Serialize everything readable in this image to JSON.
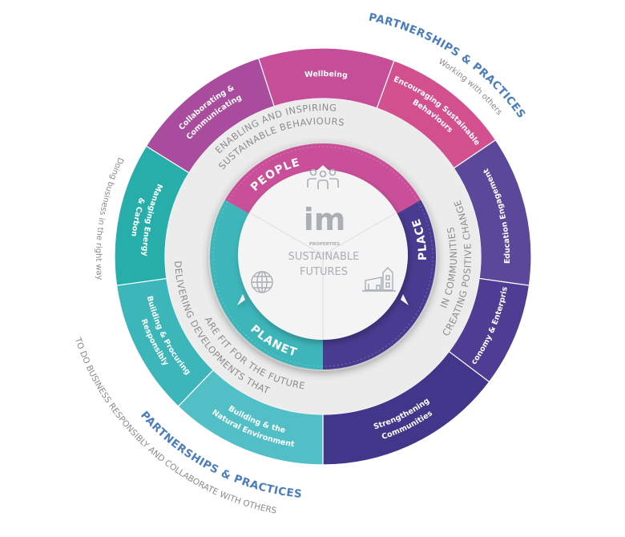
{
  "outer_ring": [
    {
      "key": "wellbeing",
      "lines": [
        "Wellbeing"
      ],
      "color": "#c64d98"
    },
    {
      "key": "encouraging",
      "lines": [
        "Encouraging Sustainable",
        "Behaviours"
      ],
      "color": "#d3508f"
    },
    {
      "key": "education",
      "lines": [
        "Education Engagement"
      ],
      "color": "#5b489a"
    },
    {
      "key": "economy",
      "lines": [
        "Economy & Enterprise"
      ],
      "color": "#4e3d93"
    },
    {
      "key": "strengthening",
      "lines": [
        "Strengthening",
        "Communities"
      ],
      "color": "#41368a"
    },
    {
      "key": "natural",
      "lines": [
        "Building & the",
        "Natural Environment"
      ],
      "color": "#52bfc6"
    },
    {
      "key": "procuring",
      "lines": [
        "Building & Procuring",
        "Responsibly"
      ],
      "color": "#3db6b9"
    },
    {
      "key": "managing",
      "lines": [
        "Managing Energy",
        "& Carbon"
      ],
      "color": "#28aeaa"
    },
    {
      "key": "collaborating",
      "lines": [
        "Collaborating &",
        "Communicating"
      ],
      "color": "#a94c9d"
    }
  ],
  "pillars": [
    {
      "key": "people",
      "label": "PEOPLE",
      "color": "#c94f99"
    },
    {
      "key": "place",
      "label": "PLACE",
      "color": "#4a3a90"
    },
    {
      "key": "planet",
      "label": "PLANET",
      "color": "#3cb5b9"
    }
  ],
  "band_text": {
    "people_line1": "ENABLING AND INSPIRING",
    "people_line2": "SUSTAINABLE BEHAVIOURS",
    "place_line1": "CREATING POSITIVE CHANGE",
    "place_line2": "IN COMMUNITIES",
    "planet_line1": "DELIVERING DEVELOPMENTS THAT",
    "planet_line2": "ARE FIT FOR THE FUTURE"
  },
  "outer_text": {
    "top_heading": "PARTNERSHIPS & PRACTICES",
    "top_sub": "Working with others",
    "left_sub": "Doing business in the right way",
    "bottom_heading": "PARTNERSHIPS & PRACTICES",
    "bottom_sub": "TO DO BUSINESS RESPONSIBLY AND COLLABORATE WITH OTHERS"
  },
  "center": {
    "logo_mark": "im",
    "logo_sub": "PROPERTIES",
    "title_line1": "SUSTAINABLE",
    "title_line2": "FUTURES",
    "icons": [
      "people-icon",
      "globe-icon",
      "building-icon"
    ]
  },
  "colors": {
    "band": "#ececec",
    "center": "#f4f4f4",
    "text_grey": "#8c8c8c",
    "accent_blue": "#4a7dbd"
  }
}
